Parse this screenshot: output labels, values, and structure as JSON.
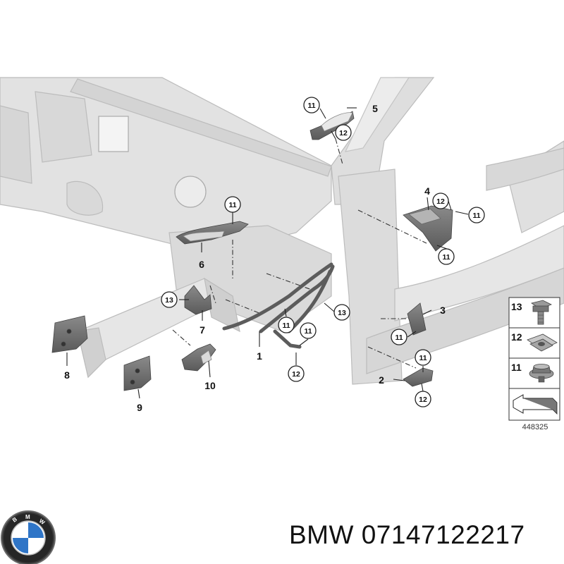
{
  "diagram": {
    "callouts": [
      {
        "id": "c5-11",
        "label": "11"
      },
      {
        "id": "c5-12",
        "label": "12"
      },
      {
        "id": "c6-11",
        "label": "11"
      },
      {
        "id": "c4-12",
        "label": "12"
      },
      {
        "id": "c4-11a",
        "label": "11"
      },
      {
        "id": "c4-11b",
        "label": "11"
      },
      {
        "id": "c7-13",
        "label": "13"
      },
      {
        "id": "c1-13",
        "label": "13"
      },
      {
        "id": "c1-11a",
        "label": "11"
      },
      {
        "id": "c1-11b",
        "label": "11"
      },
      {
        "id": "c1-12",
        "label": "12"
      },
      {
        "id": "c3-11",
        "label": "11"
      },
      {
        "id": "c2-11",
        "label": "11"
      },
      {
        "id": "c2-12",
        "label": "12"
      }
    ],
    "part_numbers": [
      {
        "id": "p1",
        "label": "1"
      },
      {
        "id": "p2",
        "label": "2"
      },
      {
        "id": "p3",
        "label": "3"
      },
      {
        "id": "p4",
        "label": "4"
      },
      {
        "id": "p5",
        "label": "5"
      },
      {
        "id": "p6",
        "label": "6"
      },
      {
        "id": "p7",
        "label": "7"
      },
      {
        "id": "p8",
        "label": "8"
      },
      {
        "id": "p9",
        "label": "9"
      },
      {
        "id": "p10",
        "label": "10"
      }
    ],
    "legend": [
      {
        "label": "13",
        "item": "bolt"
      },
      {
        "label": "12",
        "item": "clip-nut"
      },
      {
        "label": "11",
        "item": "flange-nut"
      }
    ],
    "reference_number": "448325"
  },
  "brand": {
    "logo_letters": "BMW",
    "caption": "BMW 07147122217"
  }
}
